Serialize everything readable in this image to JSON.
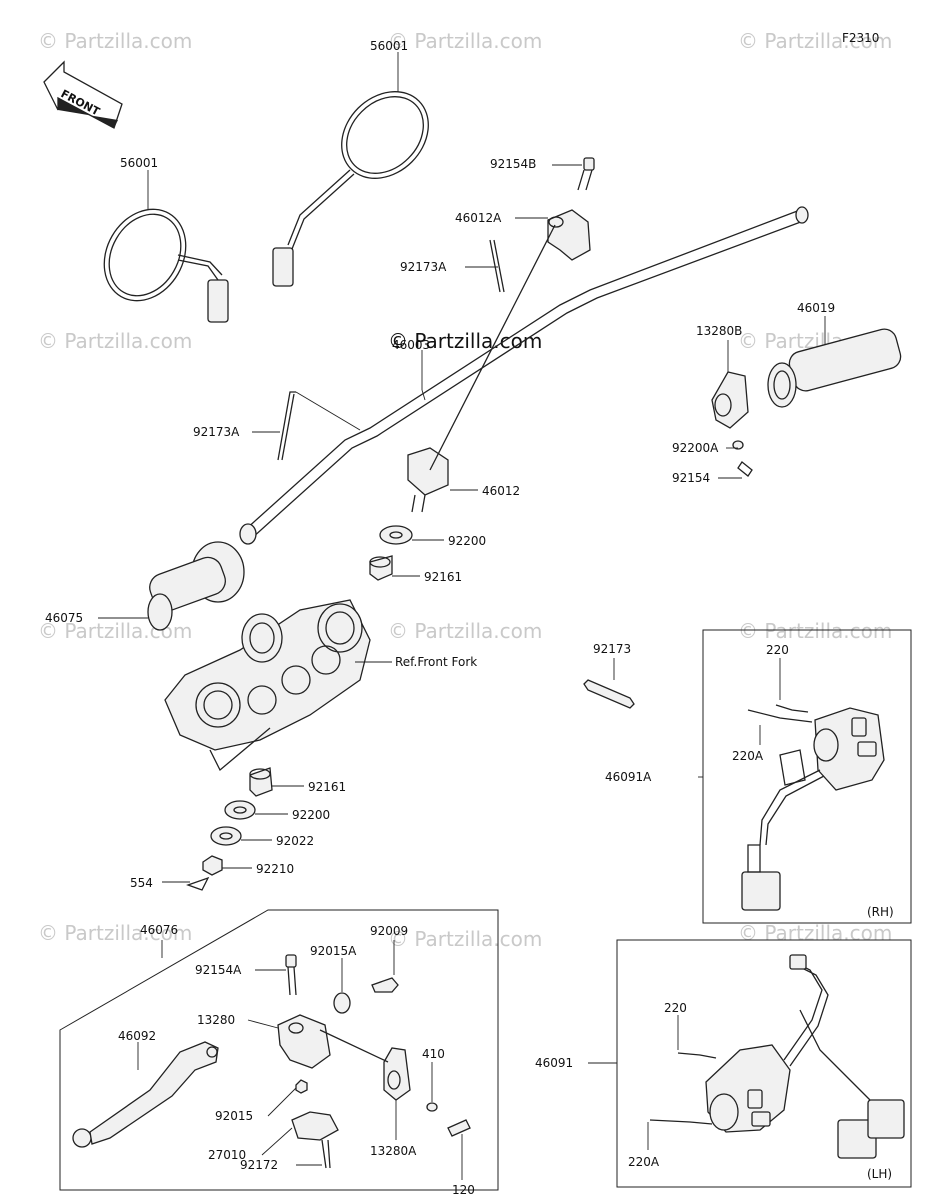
{
  "figure_code": "F2310",
  "front_label": "FRONT",
  "watermark": "© Partzilla.com",
  "center_watermark": "© Partzilla.com",
  "callouts": {
    "mirror_right": "56001",
    "mirror_left": "56001",
    "bolt_92154B": "92154B",
    "holder_46012A": "46012A",
    "clamp_92173A_top": "92173A",
    "handlebar": "46003",
    "clamp_92173A_left": "92173A",
    "holder_46012": "46012",
    "grip_right": "46019",
    "clamp_13280B": "13280B",
    "washer_92200A": "92200A",
    "bolt_92154": "92154",
    "washer_92200_top": "92200",
    "bushing_92161_top": "92161",
    "grip_left": "46075",
    "ref_front_fork": "Ref.Front Fork",
    "band_92173": "92173",
    "bushing_92161_bottom": "92161",
    "washer_92200_bottom": "92200",
    "washer_92022": "92022",
    "nut_92210": "92210",
    "pin_554": "554",
    "lever_assy": "46076",
    "switch_rh": "46091A",
    "screw_220_rh": "220",
    "screw_220A_rh": "220A",
    "rh_tag": "(RH)",
    "screw_92009": "92009",
    "washer_92015A": "92015A",
    "bolt_92154A": "92154A",
    "holder_13280": "13280",
    "lever_46092": "46092",
    "nut_92015": "92015",
    "switch_27010": "27010",
    "screw_92172": "92172",
    "clamp_13280A": "13280A",
    "washer_410": "410",
    "bolt_120": "120",
    "switch_lh": "46091",
    "screw_220_lh": "220",
    "screw_220A_lh": "220A",
    "lh_tag": "(LH)"
  }
}
